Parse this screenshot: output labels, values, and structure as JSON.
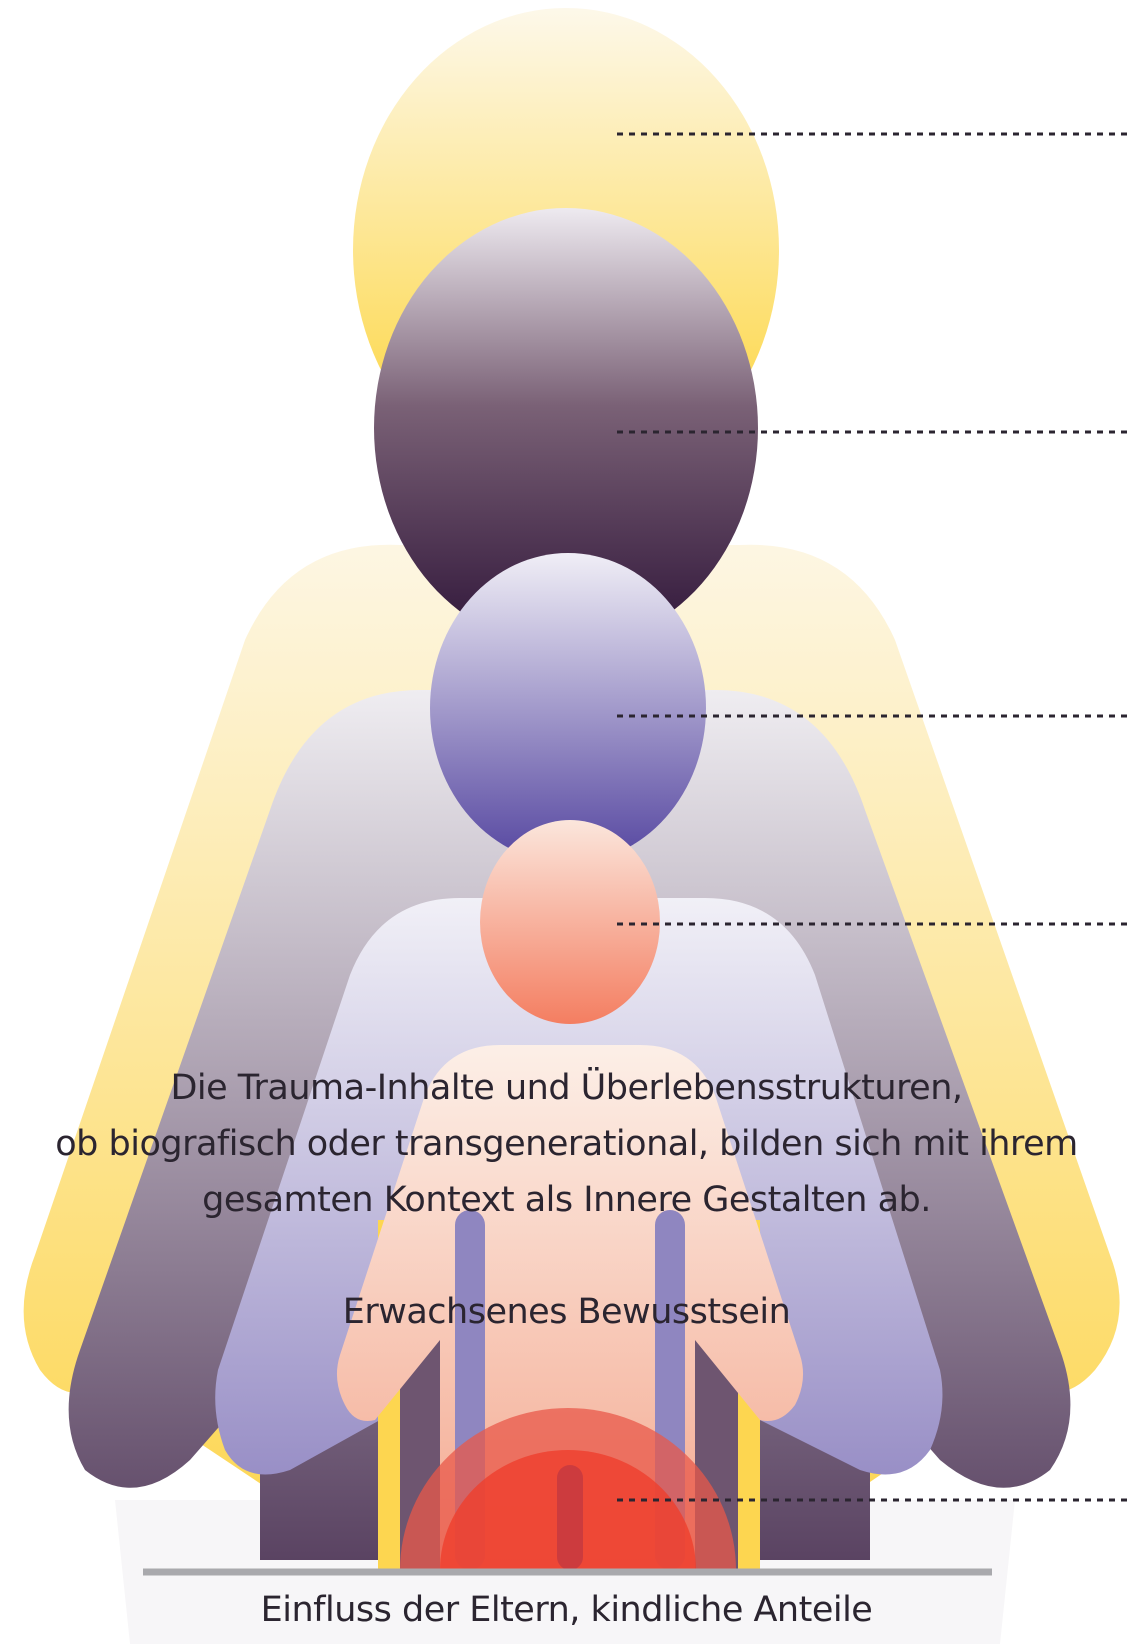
{
  "caption_lines": [
    "Die Trauma-Inhalte und Überlebensstrukturen,",
    "ob biografisch oder transgenerational, bilden sich mit ihrem",
    "gesamten Kontext als Innere Gestalten ab."
  ],
  "sub_label": "Erwachsenes Bewusstsein",
  "bottom_label": "Einfluss der Eltern, kindliche Anteile",
  "colors": {
    "gold": "#fdd835",
    "dark_purple": "#3a1d40",
    "violet": "#5b4f9f",
    "salmon": "#f47e61",
    "red": "#e53935",
    "ground_line": "#a9a9ad",
    "leader_line": "#2b2530"
  }
}
